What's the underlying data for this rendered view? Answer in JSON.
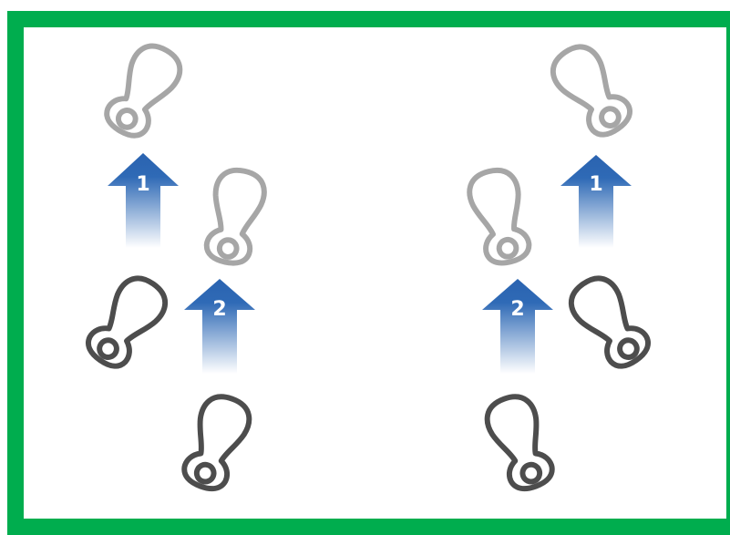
{
  "diagram": {
    "colors": {
      "border": "#00ad4e",
      "background": "#ffffff",
      "footprint_current": "#4d4d4d",
      "footprint_next": "#a6a6a6",
      "arrow_head": "#2a63b0",
      "arrow_fade": "#ffffff"
    },
    "step_labels": {
      "first": "1",
      "second": "2"
    },
    "left_group": {
      "arrow_1_label": "1",
      "arrow_2_label": "2"
    },
    "right_group": {
      "arrow_1_label": "1",
      "arrow_2_label": "2"
    }
  }
}
